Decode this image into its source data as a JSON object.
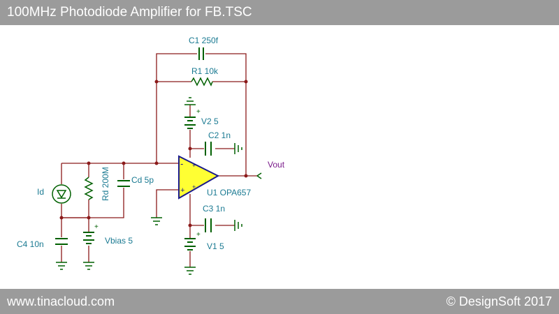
{
  "title": "100MHz Photodiode Amplifier for FB.TSC",
  "footer": {
    "website": "www.tinacloud.com",
    "copyright": "© DesignSoft 2017"
  },
  "colors": {
    "wire": "#8b1a1a",
    "component": "#006000",
    "label": "#1a7a92",
    "output_label": "#7a1a8a",
    "opamp_fill": "#ffff33",
    "opamp_border": "#1a1a8b",
    "bar": "#9b9b9b"
  },
  "components": {
    "c1": "C1 250f",
    "r1": "R1 10k",
    "v2": "V2 5",
    "c2": "C2 1n",
    "vout": "Vout",
    "u1": "U1 OPA657",
    "c3": "C3 1n",
    "v1": "V1 5",
    "id": "Id",
    "rd": "Rd 200M",
    "cd": "Cd 5p",
    "c4": "C4 10n",
    "vbias": "Vbias 5"
  },
  "symbols": {
    "plus": "+",
    "minus": "-"
  }
}
